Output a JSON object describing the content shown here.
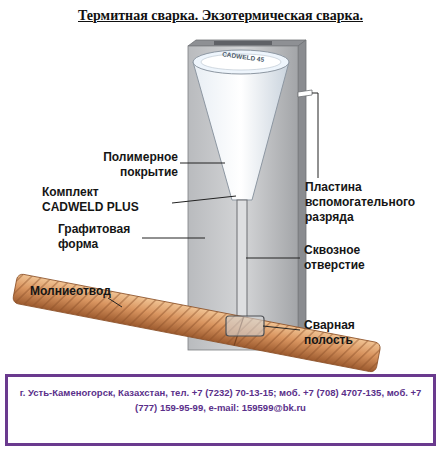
{
  "diagram": {
    "title": "Термитная сварка. Экзотермическая сварка.",
    "nodes": [
      {
        "text": [
          "г. Усть-Каменогорск, Казахстан, тел. +7 (7232) 70-13-15; моб. +7 (708) 4707-135, моб. +7 (777) 159-95-99, e-mail: 159599@bk.ru"
        ]
      }
    ],
    "labels": [
      "CADWELD 45",
      "Полимерное покрытие",
      "Комплект CADWELD PLUS",
      "Графитовая форма",
      "Молниеотвод",
      "Пластина вспомогательного разряда",
      "Сквозное отверстие",
      "Сварная полость"
    ]
  }
}
